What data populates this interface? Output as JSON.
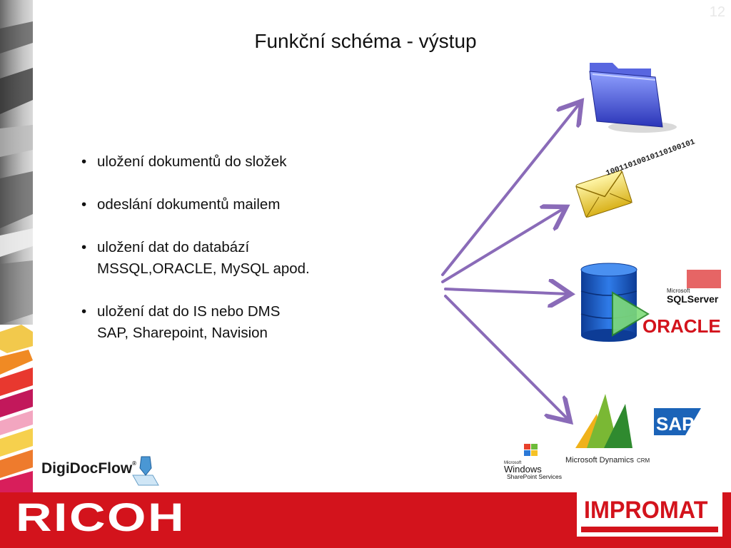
{
  "slide_number": "12",
  "title": "Funkční schéma - výstup",
  "bullets": [
    {
      "lines": [
        "uložení dokumentů do složek"
      ]
    },
    {
      "lines": [
        "odeslání dokumentů mailem"
      ]
    },
    {
      "lines": [
        "uložení dat do databází",
        "MSSQL,ORACLE, MySQL apod."
      ]
    },
    {
      "lines": [
        "uložení dat do IS nebo DMS",
        "SAP, Sharepoint, Navision"
      ]
    }
  ],
  "email_binary": "10011010010110100101",
  "logos": {
    "sql_microsoft": "Microsoft",
    "sql_server": "SQLServer",
    "oracle": "ORACLE",
    "sap": "SAP",
    "ms_dynamics": "Microsoft Dynamics",
    "ms_dynamics_crm": "CRM",
    "windows_ms": "Microsoft",
    "windows": "Windows",
    "sharepoint": "SharePoint Services"
  },
  "digidocflow": "DigiDocFlow",
  "digidocflow_mark": "®",
  "ricoh": "RICOH",
  "impromat": "IMPROMAT",
  "colors": {
    "footer_red": "#d3131c",
    "arrow": "#8a6bb8",
    "folder_blue": "#3d4fd6",
    "db_blue": "#1f5fc8"
  }
}
